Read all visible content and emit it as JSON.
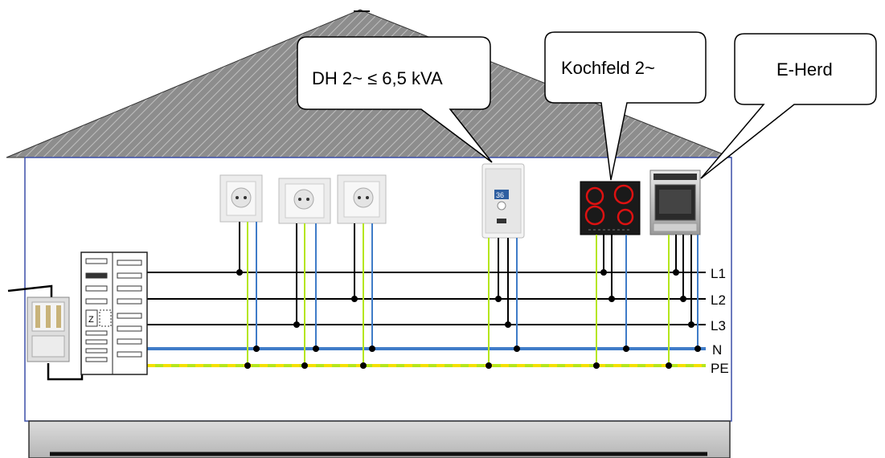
{
  "callouts": {
    "durchlauferhitzer": "DH 2~ ≤ 6,5 kVA",
    "kochfeld": "Kochfeld 2~",
    "herd": "E-Herd"
  },
  "conductors": {
    "l1": "L1",
    "l2": "L2",
    "l3": "L3",
    "n": "N",
    "pe": "PE"
  },
  "devices": {
    "dh_display": "36",
    "meter_symbol": "Z"
  },
  "colors": {
    "phase": "#000000",
    "neutral": "#3f7cc8",
    "pe_green": "#b5e61d",
    "pe_yellow": "#f5e000",
    "wall": "#3b4fa8",
    "roof": "#8a8a8a",
    "floor": "#cfcfcf"
  }
}
